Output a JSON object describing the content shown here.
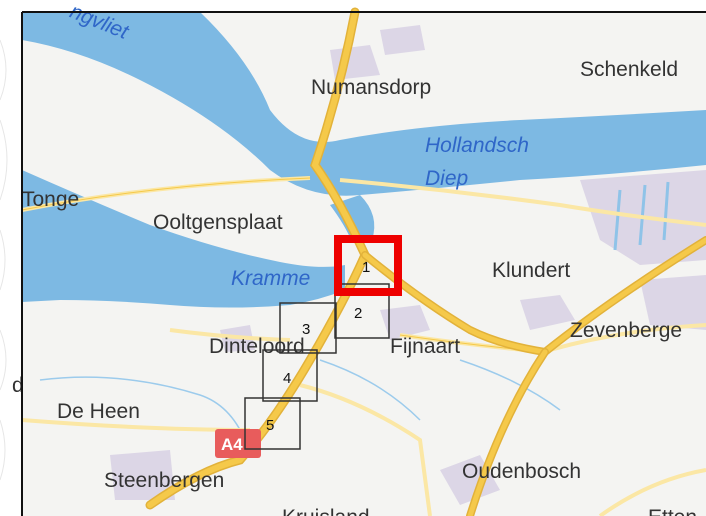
{
  "map": {
    "colors": {
      "water": "#7db9e3",
      "land": "#f4f4f2",
      "road_major": "#f5c94a",
      "road_minor": "#fff3c4",
      "urban": "#dcd6e6",
      "tile_border": "#333333",
      "highlight": "#ee0000",
      "shield": "#e85c5c"
    },
    "places": {
      "numansdorp": "Numansdorp",
      "schenkeldijk": "Schenkeld",
      "tonge": "Tonge",
      "ooltgensplaat": "Ooltgensplaat",
      "klundert": "Klundert",
      "zevenbergen": "Zevenberge",
      "dinteloord": "Dinteloord",
      "fijnaart": "Fijnaart",
      "de_heen": "De Heen",
      "steenbergen": "Steenbergen",
      "oudenbosch": "Oudenbosch",
      "kruisland": "Kruisland",
      "etten": "Etten",
      "left_cut": "d"
    },
    "water_labels": {
      "haringvliet": "ngvliet",
      "hollandsch_1": "Hollandsch",
      "hollandsch_2": "Diep",
      "krammer": "Kramme"
    },
    "road_shield": {
      "label": "A4"
    },
    "tiles": [
      {
        "label": "1",
        "highlighted": true
      },
      {
        "label": "2",
        "highlighted": false
      },
      {
        "label": "3",
        "highlighted": false
      },
      {
        "label": "4",
        "highlighted": false
      },
      {
        "label": "5",
        "highlighted": false
      }
    ]
  }
}
